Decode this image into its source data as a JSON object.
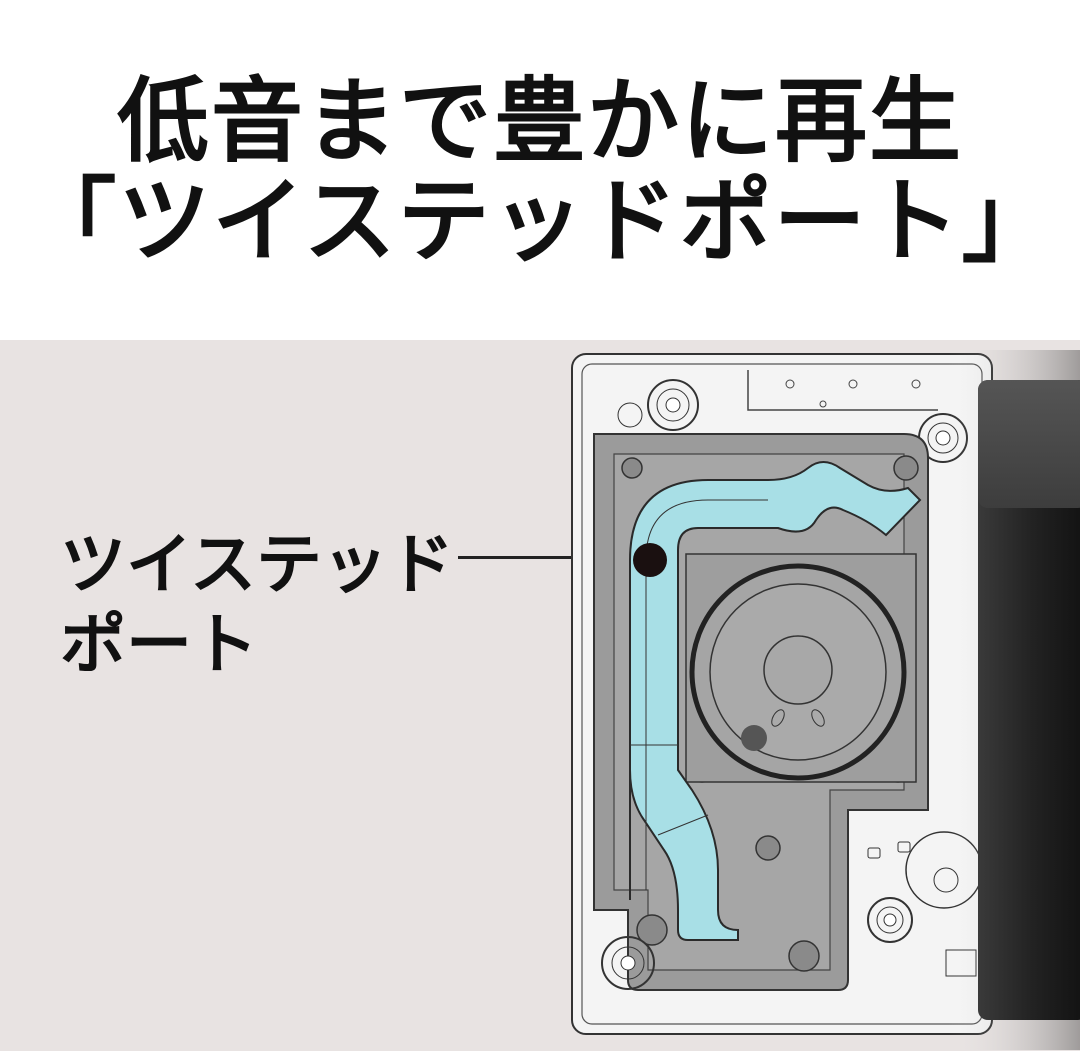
{
  "header": {
    "title_line1": "低音まで豊かに再生",
    "title_line2": "「ツイステッドポート」"
  },
  "diagram": {
    "callout_label_line1": "ツイステッド",
    "callout_label_line2": "ポート",
    "port_color": "#a8dfe6",
    "enclosure_color": "#9a9a9a",
    "background_color": "#e8e3e2"
  }
}
